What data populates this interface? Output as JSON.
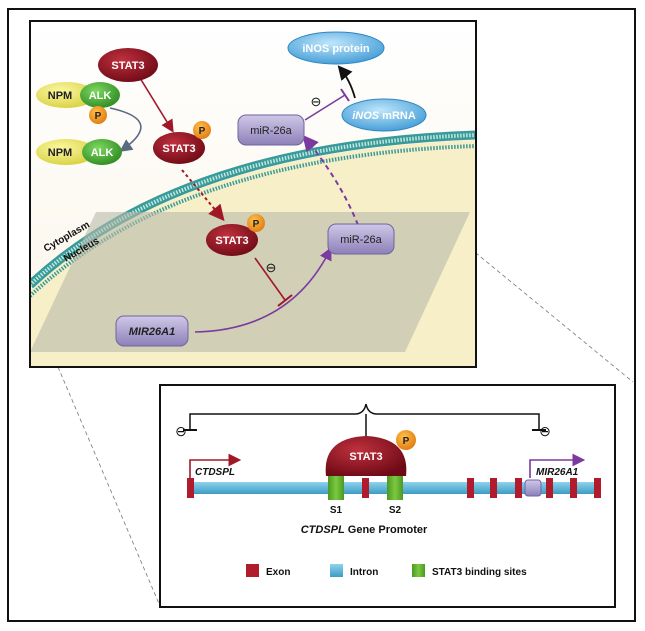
{
  "top_panel": {
    "stat3": "STAT3",
    "stat3_p_cyto": "STAT3",
    "stat3_p_nuc": "STAT3",
    "phospho": "P",
    "npm": "NPM",
    "alk": "ALK",
    "mir26a_cyto": "miR-26a",
    "mir26a_nuc": "miR-26a",
    "mir26a1": "MIR26A1",
    "inos_protein": "iNOS protein",
    "inos_mrna_italic": "iNOS",
    "inos_mrna_rest": " mRNA",
    "cytoplasm": "Cytoplasm",
    "nucleus": "Nucleus",
    "inhibit": "⊖"
  },
  "bottom_panel": {
    "ctdspl": "CTDSPL",
    "mir26a1": "MIR26A1",
    "stat3": "STAT3",
    "phospho": "P",
    "s1": "S1",
    "s2": "S2",
    "caption_italic": "CTDSPL",
    "caption_rest": " Gene Promoter",
    "inhibit": "⊖"
  },
  "legend": {
    "exon": "Exon",
    "intron": "Intron",
    "binding": "STAT3 binding sites"
  },
  "colors": {
    "stat3": "#8b1020",
    "alk": "#4aa832",
    "npm": "#e8e35a",
    "phospho": "#f29a1a",
    "mirna": "#9a90c0",
    "inos": "#4fa8dc",
    "exon": "#b01c2c",
    "intron": "#5bb5d5",
    "binding": "#5aa82a",
    "membrane": "#3a9a9a"
  }
}
